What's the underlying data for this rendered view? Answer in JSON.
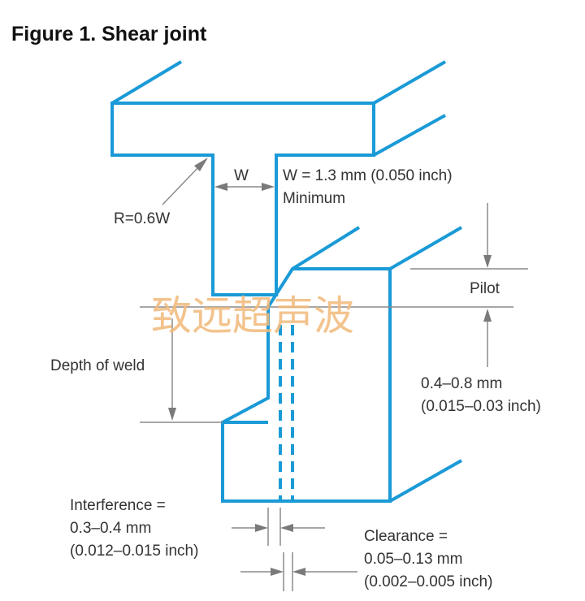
{
  "figure": {
    "title": "Figure 1. Shear joint"
  },
  "labels": {
    "w_symbol": "W",
    "w_value": "W = 1.3 mm (0.050 inch)",
    "w_minimum": "Minimum",
    "radius": "R=0.6W",
    "pilot": "Pilot",
    "depth_of_weld": "Depth of weld",
    "pilot_depth_mm": "0.4–0.8 mm",
    "pilot_depth_inch": "(0.015–0.03 inch)",
    "interference_label": "Interference =",
    "interference_mm": "0.3–0.4 mm",
    "interference_inch": "(0.012–0.015 inch)",
    "clearance_label": "Clearance =",
    "clearance_mm": "0.05–0.13 mm",
    "clearance_inch": "(0.002–0.005 inch)"
  },
  "watermark": "致远超声波",
  "colors": {
    "part_stroke": "#1a9ad6",
    "dimension_line": "#8a8a8a",
    "watermark": "#f2b97a"
  }
}
